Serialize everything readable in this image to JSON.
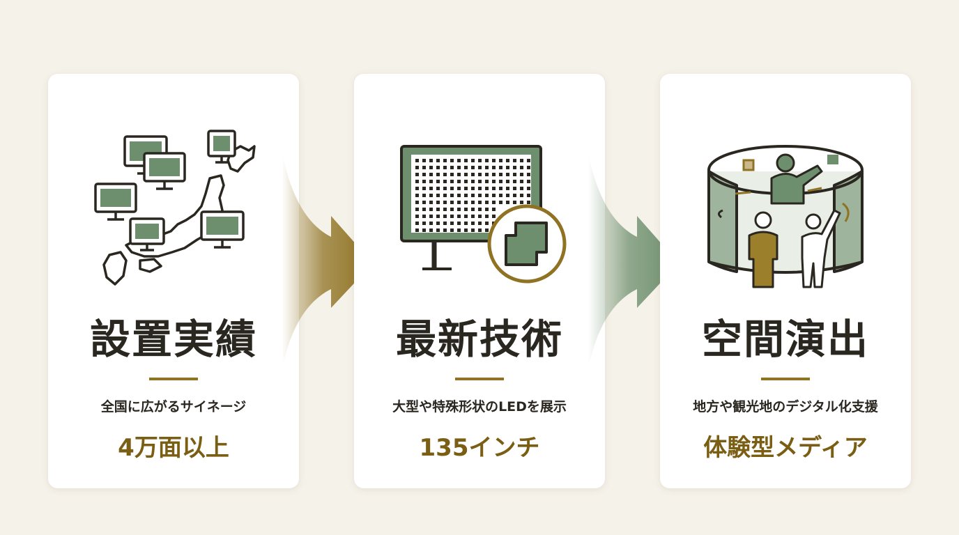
{
  "cards": [
    {
      "title": "設置実績",
      "subtitle": "全国に広がるサイネージ",
      "stat": "4万面以上",
      "icon": "japan-map-signage-icon"
    },
    {
      "title": "最新技術",
      "subtitle": "大型や特殊形状のLEDを展示",
      "stat": "135インチ",
      "icon": "led-display-icon"
    },
    {
      "title": "空間演出",
      "subtitle": "地方や観光地のデジタル化支援",
      "stat": "体験型メディア",
      "icon": "immersive-room-icon"
    }
  ],
  "colors": {
    "background": "#f5f2ea",
    "card": "#ffffff",
    "gold": "#8f7222",
    "green": "#6e8f6e",
    "ink": "#2a2620"
  }
}
